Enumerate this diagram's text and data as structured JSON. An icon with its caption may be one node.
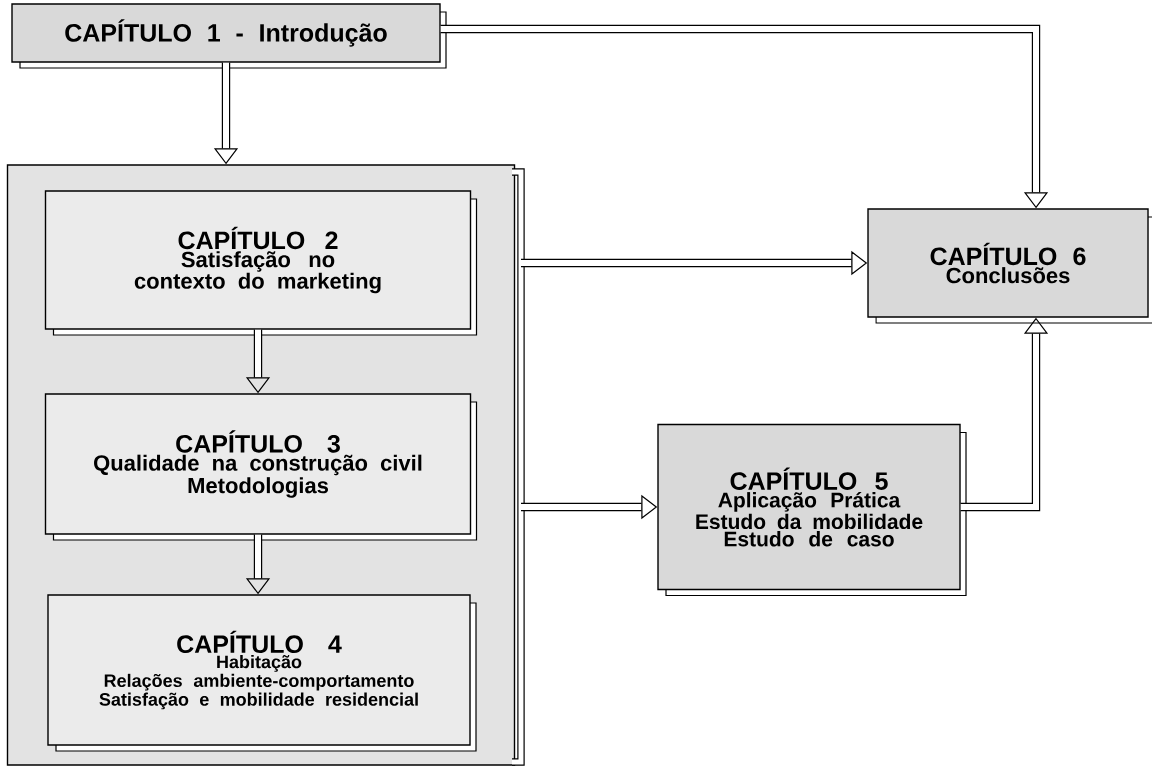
{
  "diagram": {
    "nodes": [
      {
        "text": [
          "CAPÍTULO 1 - Introdução"
        ]
      },
      {
        "text": [],
        "shape": "box"
      },
      {
        "text": [
          "CAPÍTULO 2",
          "Satisfação no contexto do marketing"
        ],
        "in": 1
      },
      {
        "text": [
          "CAPÍTULO 3",
          "Qualidade na construção civil",
          "Metodologias"
        ],
        "in": 1
      },
      {
        "text": [
          "CAPÍTULO 4",
          "Habitação",
          "Relações ambiente-comportamento",
          "Satisfação e mobilidade residencial"
        ],
        "in": 1
      },
      {
        "text": [
          "CAPÍTULO 6",
          "Conclusões"
        ]
      },
      {
        "text": [
          "CAPÍTULO 5",
          "Aplicação Prática",
          "Estudo da mobilidade",
          "Estudo de caso"
        ]
      }
    ],
    "edges": [
      {
        "from": 0,
        "to": 1,
        "arrow": "to"
      },
      {
        "from": 0,
        "to": 5,
        "arrow": "to"
      },
      {
        "from": 1,
        "to": 5,
        "arrow": "to"
      },
      {
        "from": 2,
        "to": 3,
        "arrow": "to"
      },
      {
        "from": 3,
        "to": 4,
        "arrow": "to"
      },
      {
        "from": 1,
        "to": 6,
        "arrow": "to"
      },
      {
        "from": 6,
        "to": 5,
        "arrow": "to"
      }
    ]
  }
}
